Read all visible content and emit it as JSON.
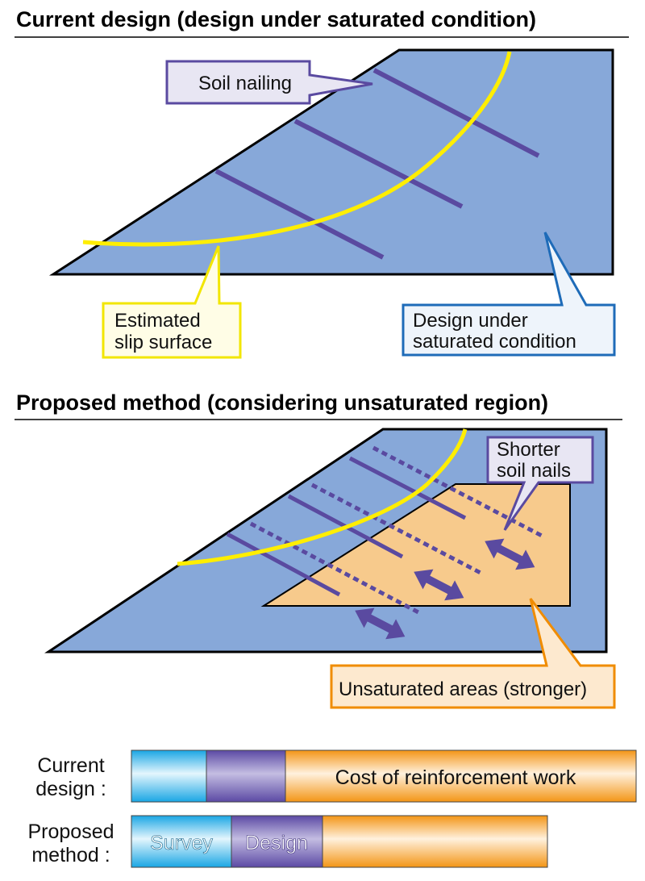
{
  "section_current": {
    "title": "Current design (design under saturated condition)",
    "callouts": {
      "soil_nailing": "Soil nailing",
      "slip_surface": [
        "Estimated",
        "slip surface"
      ],
      "saturated": [
        "Design under",
        "saturated condition"
      ]
    }
  },
  "section_proposed": {
    "title": "Proposed method (considering unsaturated region)",
    "callouts": {
      "shorter_nails": [
        "Shorter",
        "soil nails"
      ],
      "unsaturated": "Unsaturated areas (stronger)"
    }
  },
  "cost_bars": {
    "current": {
      "label": [
        "Current",
        "design :"
      ],
      "segments": {
        "survey": "",
        "design": "",
        "reinforcement": "Cost of reinforcement work"
      }
    },
    "proposed": {
      "label": [
        "Proposed",
        "method :"
      ],
      "segments": {
        "survey": "Survey",
        "design": "Design",
        "reinforcement": ""
      }
    }
  },
  "colors": {
    "slope_fill": "#87a8d9",
    "nail": "#5a4aa0",
    "slip_surface": "#ffee00",
    "unsaturated_fill": "#f7ca8c",
    "callout_purple_border": "#5a4aa0",
    "callout_purple_fill": "#e8e6f3",
    "callout_yellow_border": "#f2e600",
    "callout_blue_border": "#1e6bb8",
    "callout_orange_border": "#f08c00",
    "callout_orange_fill": "#fde9cf",
    "survey_bar": "#1aa6e4",
    "design_bar": "#6553ad",
    "reinforcement_bar": "#f49a1a"
  }
}
